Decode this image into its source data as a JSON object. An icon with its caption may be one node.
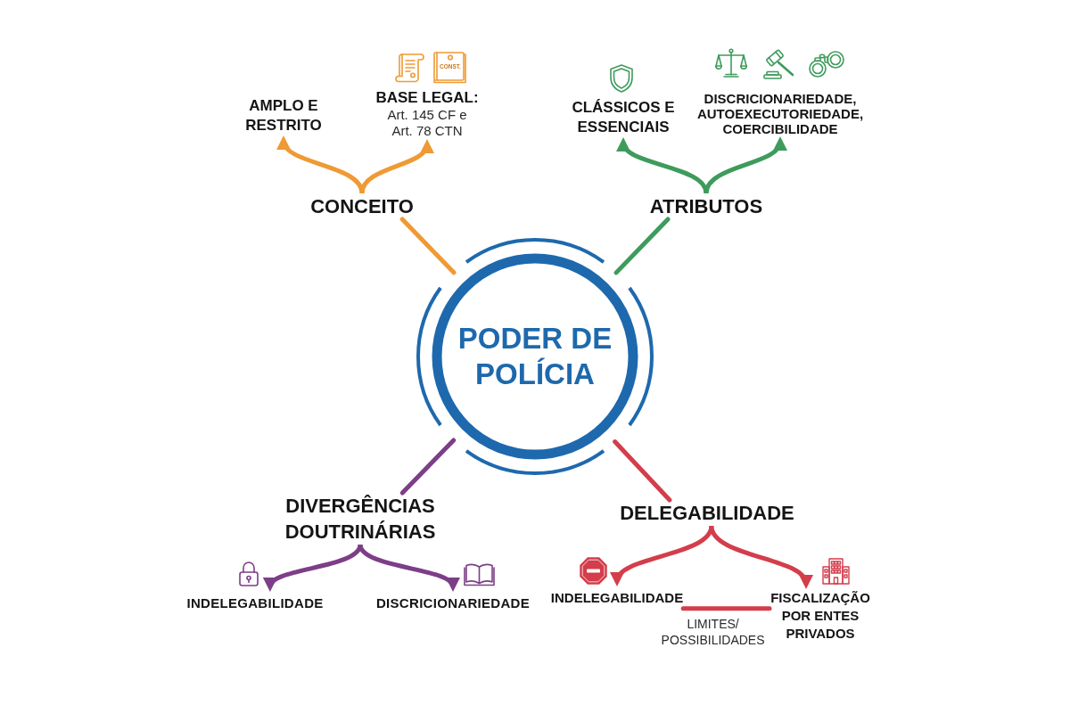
{
  "diagram": {
    "nodes": [
      {
        "text": [
          "PODER DE POLÍCIA"
        ]
      },
      {
        "text": [
          "CONCEITO"
        ]
      },
      {
        "text": [
          "AMPLO E RESTRITO"
        ]
      },
      {
        "text": [
          "BASE LEGAL:",
          "Art. 145 CF e Art. 78 CTN"
        ]
      },
      {
        "text": [
          "ATRIBUTOS"
        ]
      },
      {
        "text": [
          "CLÁSSICOS E ESSENCIAIS"
        ]
      },
      {
        "text": [
          "DISCRICIONARIEDADE, AUTOEXECUTORIEDADE, COERCIBILIDADE"
        ]
      },
      {
        "text": [
          "DIVERGÊNCIAS DOUTRINÁRIAS"
        ]
      },
      {
        "text": [
          "INDELEGABILIDADE"
        ]
      },
      {
        "text": [
          "DISCRICIONARIEDADE"
        ]
      },
      {
        "text": [
          "DELEGABILIDADE"
        ]
      },
      {
        "text": [
          "INDELEGABILIDADE"
        ]
      },
      {
        "text": [
          "FISCALIZAÇÃO POR ENTES PRIVADOS"
        ]
      }
    ],
    "edges": [
      {
        "from": 0,
        "to": 1,
        "arrow": "none",
        "color": "#ef9a34"
      },
      {
        "from": 1,
        "to": 2,
        "arrow": "to",
        "color": "#ef9a34"
      },
      {
        "from": 1,
        "to": 3,
        "arrow": "to",
        "color": "#ef9a34"
      },
      {
        "from": 0,
        "to": 4,
        "arrow": "none",
        "color": "#3e9b5c"
      },
      {
        "from": 4,
        "to": 5,
        "arrow": "to",
        "color": "#3e9b5c"
      },
      {
        "from": 4,
        "to": 6,
        "arrow": "to",
        "color": "#3e9b5c"
      },
      {
        "from": 0,
        "to": 7,
        "arrow": "none",
        "color": "#7d3e88"
      },
      {
        "from": 7,
        "to": 8,
        "arrow": "to",
        "color": "#7d3e88"
      },
      {
        "from": 7,
        "to": 9,
        "arrow": "to",
        "color": "#7d3e88"
      },
      {
        "from": 0,
        "to": 10,
        "arrow": "none",
        "color": "#d43d4b"
      },
      {
        "from": 10,
        "to": 11,
        "arrow": "to",
        "color": "#d43d4b"
      },
      {
        "from": 10,
        "to": 12,
        "arrow": "to",
        "color": "#d43d4b"
      },
      {
        "from": 11,
        "to": 12,
        "arrow": "none",
        "label": "LIMITES/ POSSIBILIDADES",
        "color": "#d43d4b"
      }
    ],
    "labels": [
      "CONST."
    ]
  }
}
